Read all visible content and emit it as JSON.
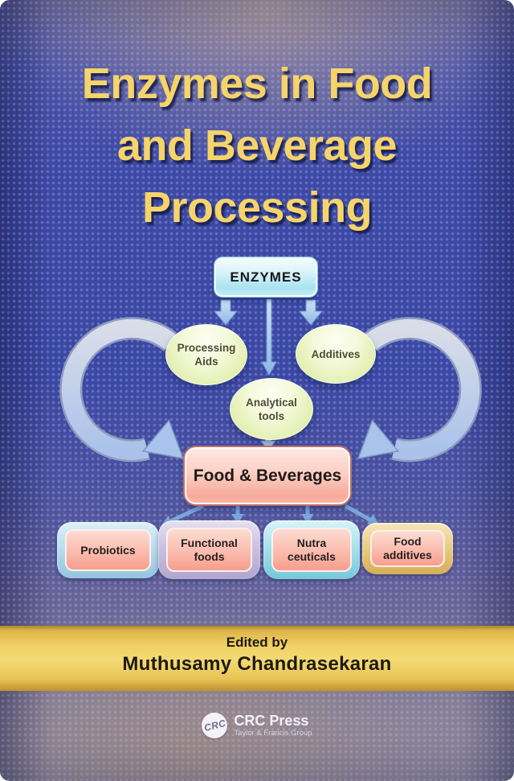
{
  "title": {
    "line1": "Enzymes in Food",
    "line2": "and Beverage",
    "line3": "Processing"
  },
  "diagram": {
    "root_label": "ENZYMES",
    "processing_aids_label": "Processing Aids",
    "additives_label": "Additives",
    "analytical_tools_label": "Analytical tools",
    "food_beverages_label": "Food & Beverages",
    "probiotics_label": "Probiotics",
    "functional_foods_label": "Functional foods",
    "nutraceuticals_label": "Nutra ceuticals",
    "food_additives_label": "Food additives"
  },
  "footer": {
    "edited_by_label": "Edited by",
    "editor_name": "Muthusamy Chandrasekaran"
  },
  "publisher": {
    "logo_monogram": "CRC",
    "name": "CRC Press",
    "tagline": "Taylor & Francis Group"
  },
  "colors": {
    "background_blue": "#3b48a4",
    "title_gold": "#f5d46a",
    "band_gold": "#f0d063",
    "enzymes_box_cyan": "#abe3f1",
    "ellipse_green": "#e4f0b4",
    "food_beverages_pink": "#f7aa9b",
    "chip_pink": "#fbbfb1",
    "frame_blue": "#94c5de",
    "frame_lavender": "#b1a5ce",
    "frame_cyan": "#76c8d8",
    "frame_gold": "#d8ad55",
    "arrow_blue": "#79a7d8"
  }
}
